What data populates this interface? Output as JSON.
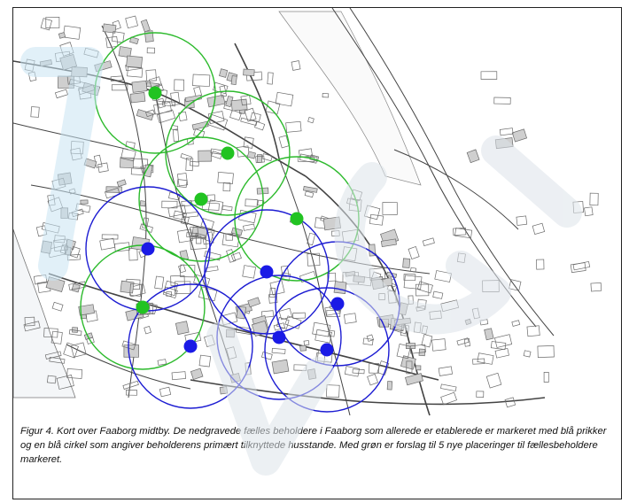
{
  "figure": {
    "caption": "Figur 4. Kort over Faaborg midtby. De nedgravede fælles beholdere i Faaborg som allerede er etablerede er markeret med blå prikker og en blå cirkel som angiver beholderens primært tilknyttede husstande. Med grøn er forslag til 5 nye placeringer til fællesbeholdere markeret."
  },
  "map": {
    "colors": {
      "existing": "#1c1cd2",
      "proposed": "#2cba2c",
      "existing_dot": "#1a1ae6",
      "proposed_dot": "#22c322",
      "street": "#444444",
      "building": "#6a6a6a",
      "watermark": "#dde3ea",
      "watermark_blue": "#c9e3f3"
    },
    "existing_containers": [
      {
        "id": "blue-1",
        "label": "existing container 1"
      },
      {
        "id": "blue-2",
        "label": "existing container 2"
      },
      {
        "id": "blue-3",
        "label": "existing container 3"
      },
      {
        "id": "blue-4",
        "label": "existing container 4"
      },
      {
        "id": "blue-5",
        "label": "existing container 5"
      },
      {
        "id": "blue-6",
        "label": "existing container 6"
      }
    ],
    "proposed_containers": [
      {
        "id": "green-1",
        "label": "proposed container 1"
      },
      {
        "id": "green-2",
        "label": "proposed container 2"
      },
      {
        "id": "green-3",
        "label": "proposed container 3"
      },
      {
        "id": "green-4",
        "label": "proposed container 4"
      },
      {
        "id": "green-5",
        "label": "proposed container 5"
      }
    ]
  }
}
